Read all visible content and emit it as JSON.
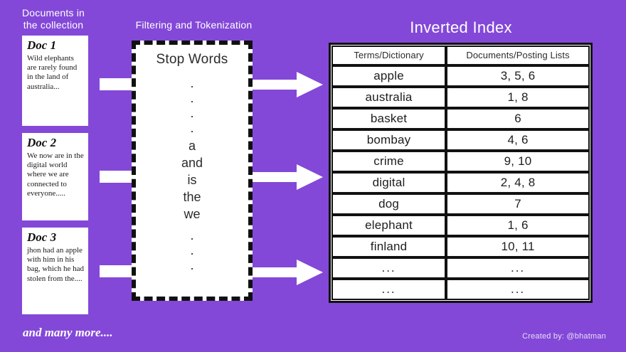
{
  "theme": {
    "background": "#8348d8",
    "card_background": "#ffffff",
    "ink": "#111111",
    "caption_color": "#ffffff"
  },
  "captions": {
    "documents": "Documents in\nthe collection",
    "filtering": "Filtering and Tokenization",
    "inverted_index": "Inverted Index"
  },
  "documents": [
    {
      "title": "Doc 1",
      "body": "Wild elephants are rarely found in the land of australia..."
    },
    {
      "title": "Doc 2",
      "body": "We now are in the digital world where we are connected to everyone....."
    },
    {
      "title": "Doc 3",
      "body": "jhon had an apple with him in his bag, which he had stolen from the...."
    }
  ],
  "stopwords": {
    "title": "Stop Words",
    "dots_top": [
      ".",
      ".",
      ".",
      "."
    ],
    "words": [
      "a",
      "and",
      "is",
      "the",
      "we"
    ],
    "dots_bottom": [
      ".",
      ".",
      "."
    ]
  },
  "arrows": {
    "input_icon": "arrow-shaft-right-icon",
    "output_icon": "arrow-right-icon",
    "count_in": 3,
    "count_out": 3
  },
  "index_table": {
    "headers": [
      "Terms/Dictionary",
      "Documents/Posting Lists"
    ],
    "rows": [
      {
        "term": "apple",
        "postings": "3, 5, 6"
      },
      {
        "term": "australia",
        "postings": "1, 8"
      },
      {
        "term": "basket",
        "postings": "6"
      },
      {
        "term": "bombay",
        "postings": "4, 6"
      },
      {
        "term": "crime",
        "postings": "9, 10"
      },
      {
        "term": "digital",
        "postings": "2, 4, 8"
      },
      {
        "term": "dog",
        "postings": "7"
      },
      {
        "term": "elephant",
        "postings": "1, 6"
      },
      {
        "term": "finland",
        "postings": "10, 11"
      },
      {
        "term": "...",
        "postings": "..."
      },
      {
        "term": "...",
        "postings": "..."
      }
    ]
  },
  "footer": {
    "note": "and many more....",
    "credit": "Created by: @bhatman"
  }
}
